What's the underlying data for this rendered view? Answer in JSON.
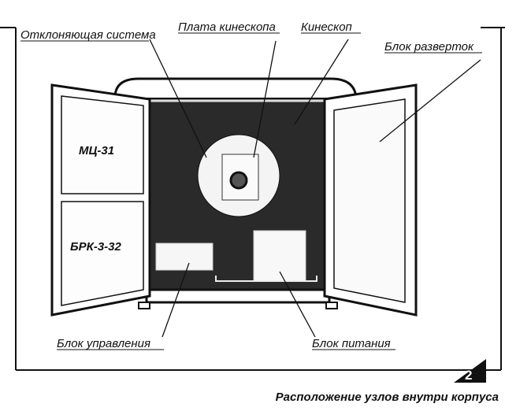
{
  "labels": {
    "deflection_system": "Отклоняющая система",
    "crt_board": "Плата кинескопа",
    "crt": "Кинескоп",
    "scan_unit": "Блок разверток",
    "control_unit": "Блок управления",
    "power_unit": "Блок питания"
  },
  "door_labels": {
    "top": "МЦ-31",
    "bottom": "БРК-3-32"
  },
  "figure": {
    "number": "2",
    "caption": "Расположение узлов внутри корпуса"
  }
}
